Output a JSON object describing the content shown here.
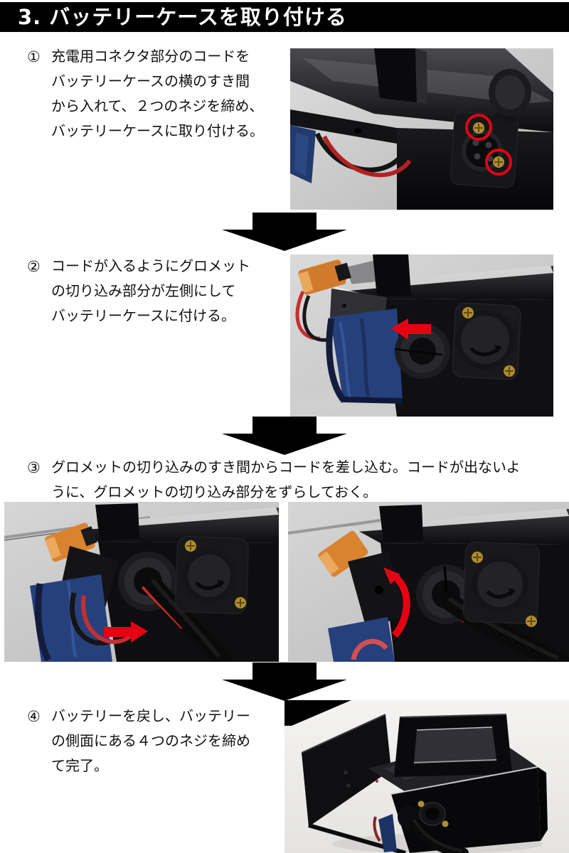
{
  "header": {
    "title": "3. バッテリーケースを取り付ける"
  },
  "steps": [
    {
      "number": "①",
      "lines": [
        "充電用コネクタ部分のコードを",
        "バッテリーケースの横のすき間",
        "から入れて、２つのネジを締め、",
        "バッテリーケースに取り付ける。"
      ]
    },
    {
      "number": "②",
      "lines": [
        "コードが入るようにグロメット",
        "の切り込み部分が左側にして",
        "バッテリーケースに付ける。"
      ]
    },
    {
      "number": "③",
      "lines": [
        "グロメットの切り込みのすき間からコードを差し込む。コードが出ないよ",
        "うに、グロメットの切り込み部分をずらしておく。"
      ]
    },
    {
      "number": "④",
      "lines": [
        "バッテリーを戻し、バッテリー",
        "の側面にある４つのネジを締め",
        "て完了。"
      ]
    }
  ],
  "colors": {
    "header_bg": "#000000",
    "header_text": "#ffffff",
    "body_text": "#111111",
    "flow_arrow": "#000000",
    "annotation_red": "#e60012",
    "case_black": "#0d0d0f",
    "photo_bg_gray": "#c9c9c9",
    "bag_blue": "#26407c",
    "fuse_orange": "#d9832f",
    "screw_gold": "#b08d2e"
  }
}
